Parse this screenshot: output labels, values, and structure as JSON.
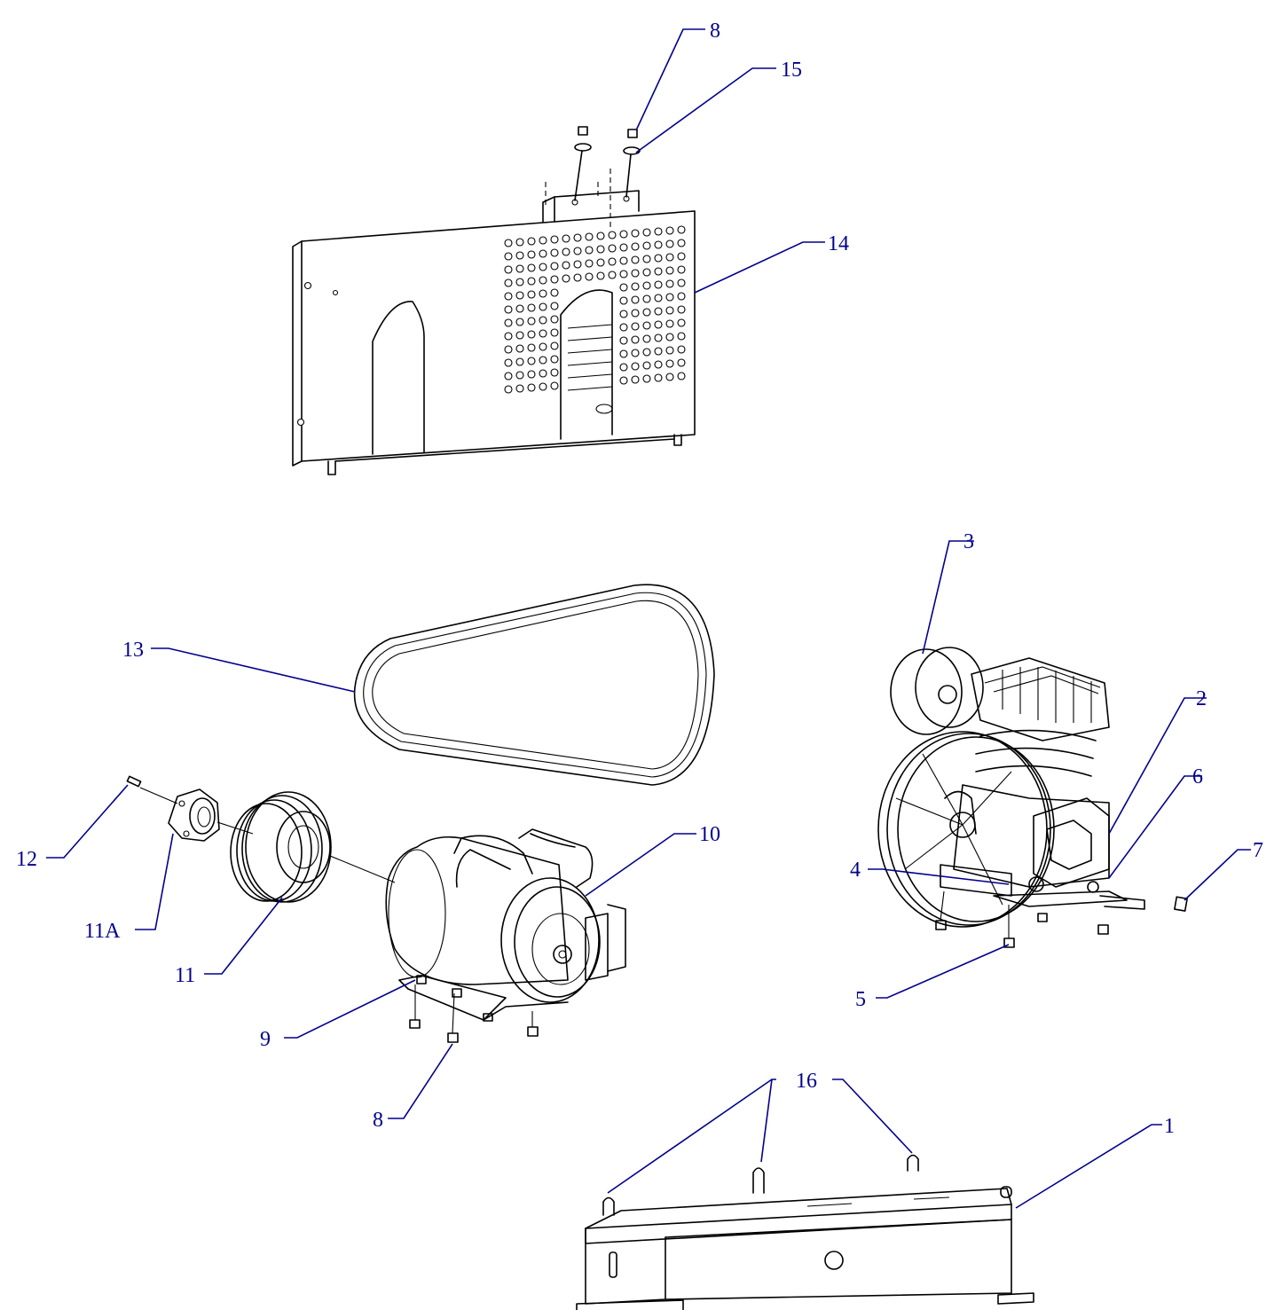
{
  "callouts": {
    "c8_top": "8",
    "c15": "15",
    "c14": "14",
    "c3": "3",
    "c2": "2",
    "c13": "13",
    "c6": "6",
    "c10": "10",
    "c4": "4",
    "c7": "7",
    "c12": "12",
    "c11a": "11A",
    "c11": "11",
    "c5": "5",
    "c9": "9",
    "c16": "16",
    "c8_bottom": "8",
    "c1": "1"
  },
  "colors": {
    "callout": "#00008b",
    "linework": "#000000"
  }
}
